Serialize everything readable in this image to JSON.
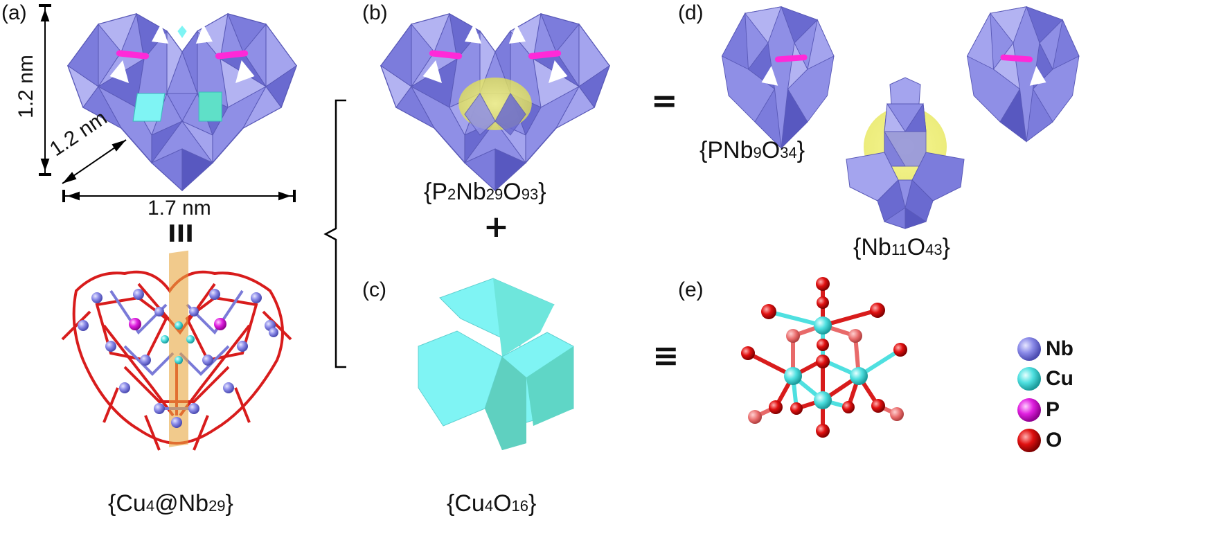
{
  "panels": {
    "a": {
      "letter": "(a)",
      "height_dim": "1.2 nm",
      "depth_dim": "1.2 nm",
      "width_dim": "1.7 nm",
      "equiv": "III",
      "formula": {
        "open": "{Cu",
        "n1": "4",
        "mid": "@Nb",
        "n2": "29",
        "close": "}"
      }
    },
    "b": {
      "letter": "(b)",
      "formula": {
        "open": "{P",
        "n1": "2",
        "mid1": "Nb",
        "n2": "29",
        "mid2": "O",
        "n3": "93",
        "close": "}"
      }
    },
    "plus": "+",
    "c": {
      "letter": "(c)",
      "formula": {
        "open": "{Cu",
        "n1": "4",
        "mid": "O",
        "n2": "16",
        "close": "}"
      }
    },
    "d": {
      "letter": "(d)",
      "equals": "=",
      "formula1": {
        "open": "{PNb",
        "n1": "9",
        "mid": "O",
        "n2": "34",
        "close": "}"
      },
      "formula2": {
        "open": "{Nb",
        "n1": "11",
        "mid": "O",
        "n2": "43",
        "close": "}"
      }
    },
    "e": {
      "letter": "(e)",
      "equiv": "≡"
    }
  },
  "legend": [
    {
      "label": "Nb",
      "color": "#8a8ae8"
    },
    {
      "label": "Cu",
      "color": "#4fe0e0"
    },
    {
      "label": "P",
      "color": "#e020e0"
    },
    {
      "label": "O",
      "color": "#e01010"
    }
  ],
  "colors": {
    "polyhedron": "#8f8fe6",
    "polyhedron_dark": "#6a6ad0",
    "polyhedron_light": "#b3b3f2",
    "cyan": "#7ff4f4",
    "magenta": "#ff29d8",
    "yellow": "#f0f06a",
    "orange": "#e8a640",
    "bond_red": "#d81c1c"
  }
}
